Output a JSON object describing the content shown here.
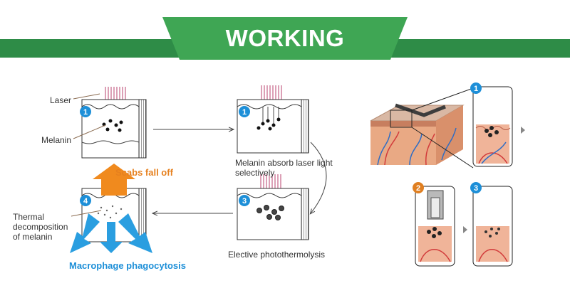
{
  "banner": {
    "title": "WORKING PRINCIPLE"
  },
  "labels": {
    "laser": "Laser",
    "melanin": "Melanin",
    "melanin_absorb": "Melanin absorb laser light selectively",
    "scabs": "Scabs fall off",
    "thermal": "Thermal decomposition of melanin",
    "elective": "Elective photothermolysis",
    "macrophage": "Macrophage phagocytosis"
  },
  "steps": [
    "1",
    "1",
    "3",
    "4",
    "1",
    "2",
    "3"
  ],
  "colors": {
    "banner": "#3fa654",
    "banner_band": "#2e8c47",
    "step_badge": "#1d8fd8",
    "arrow_orange": "#f08a1e",
    "arrow_blue": "#2a9ee0"
  }
}
